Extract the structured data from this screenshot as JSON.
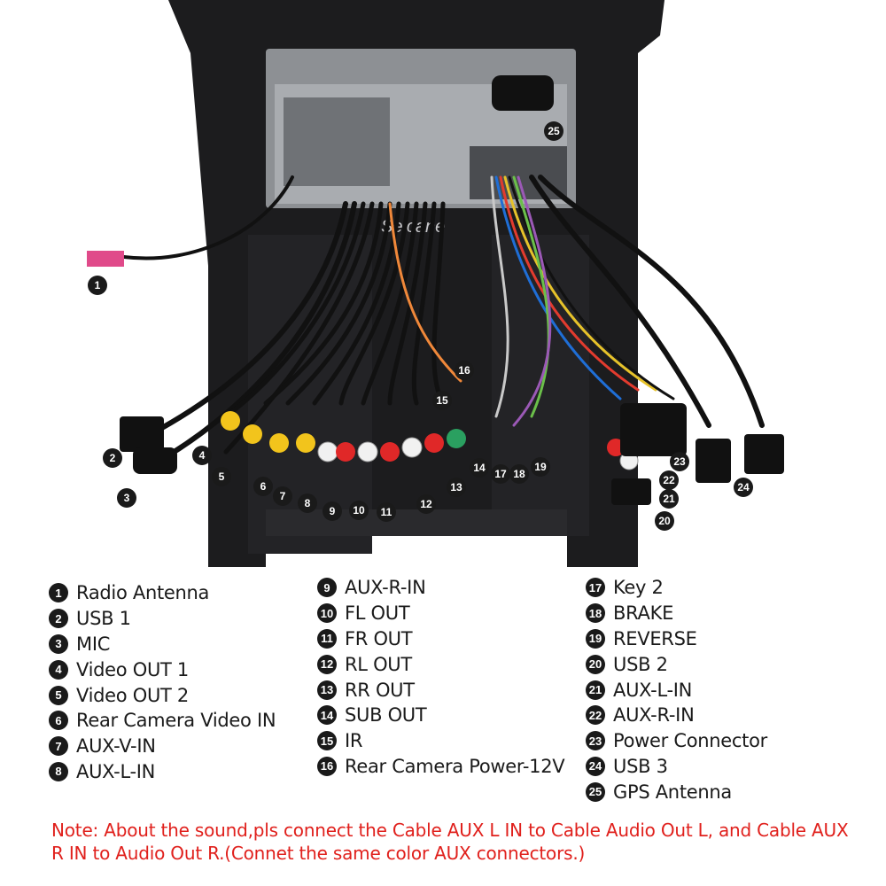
{
  "watermark": "Seicane",
  "legend": [
    {
      "num": "1",
      "label": "Radio Antenna"
    },
    {
      "num": "2",
      "label": "USB 1"
    },
    {
      "num": "3",
      "label": "MIC"
    },
    {
      "num": "4",
      "label": "Video OUT 1"
    },
    {
      "num": "5",
      "label": "Video OUT 2"
    },
    {
      "num": "6",
      "label": "Rear Camera Video IN"
    },
    {
      "num": "7",
      "label": "AUX-V-IN"
    },
    {
      "num": "8",
      "label": "AUX-L-IN"
    },
    {
      "num": "9",
      "label": "AUX-R-IN"
    },
    {
      "num": "10",
      "label": "FL OUT"
    },
    {
      "num": "11",
      "label": "FR OUT"
    },
    {
      "num": "12",
      "label": "RL OUT"
    },
    {
      "num": "13",
      "label": "RR OUT"
    },
    {
      "num": "14",
      "label": "SUB OUT"
    },
    {
      "num": "15",
      "label": "IR"
    },
    {
      "num": "16",
      "label": "Rear Camera Power-12V"
    },
    {
      "num": "17",
      "label": "Key 2"
    },
    {
      "num": "18",
      "label": "BRAKE"
    },
    {
      "num": "19",
      "label": "REVERSE"
    },
    {
      "num": "20",
      "label": "USB 2"
    },
    {
      "num": "21",
      "label": "AUX-L-IN"
    },
    {
      "num": "22",
      "label": "AUX-R-IN"
    },
    {
      "num": "23",
      "label": "Power Connector"
    },
    {
      "num": "24",
      "label": "USB 3"
    },
    {
      "num": "25",
      "label": "GPS Antenna"
    }
  ],
  "note": "Note: About the sound,pls connect the Cable AUX L IN to Cable Audio Out L, and Cable AUX R IN to  Audio Out R.(Connet the same color AUX connectors.)",
  "colors": {
    "note": "#e0201c",
    "badge": "#1a1a1a",
    "frame": "#1c1c1e"
  }
}
